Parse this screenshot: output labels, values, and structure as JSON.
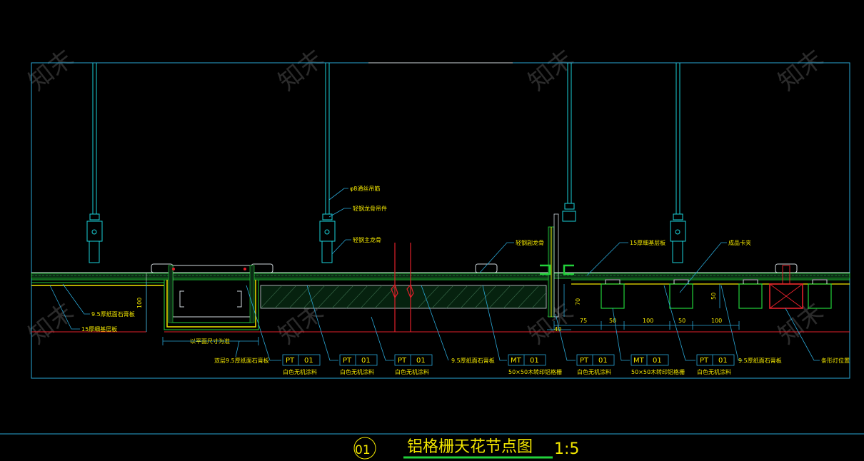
{
  "watermark": "知末",
  "title": {
    "number": "01",
    "text": "铝格栅天花节点图",
    "scale": "1:5"
  },
  "colors": {
    "background": "#000000",
    "frame": "#2aa7d6",
    "text": "#f2e600",
    "green": "#22d13a",
    "red": "#e0202a",
    "cyan": "#1ad0d8"
  },
  "labels": {
    "rod": "φ8通丝吊筋",
    "hanger": "轻钢龙骨吊件",
    "main_keel": "轻钢主龙骨",
    "sub_keel": "轻钢副龙骨",
    "base_board": "15厚细基层板",
    "clip": "成品卡夹",
    "gypsum_left": "9.5厚纸面石膏板",
    "base_left": "15厚细基层板",
    "plan_note": "以平面尺寸为准",
    "double_gypsum": "双层9.5厚纸面石膏板",
    "gypsum_mid": "9.5厚纸面石膏板",
    "gypsum_right": "9.5厚纸面石膏板",
    "light": "条形灯位置"
  },
  "tags": [
    {
      "code": "PT",
      "num": "01",
      "desc": "白色无机涂料"
    },
    {
      "code": "PT",
      "num": "01",
      "desc": "白色无机涂料"
    },
    {
      "code": "PT",
      "num": "01",
      "desc": "白色无机涂料"
    },
    {
      "code": "MT",
      "num": "01",
      "desc": "50×50木转印铝格栅"
    },
    {
      "code": "PT",
      "num": "01",
      "desc": "白色无机涂料"
    },
    {
      "code": "MT",
      "num": "01",
      "desc": "50×50木转印铝格栅"
    },
    {
      "code": "PT",
      "num": "01",
      "desc": "白色无机涂料"
    }
  ],
  "dimensions": {
    "d100_left": "100",
    "d70": "70",
    "d50_vert": "50",
    "d40": "40",
    "d75": "75",
    "d50_a": "50",
    "d100_a": "100",
    "d50_b": "50",
    "d100_b": "100"
  }
}
